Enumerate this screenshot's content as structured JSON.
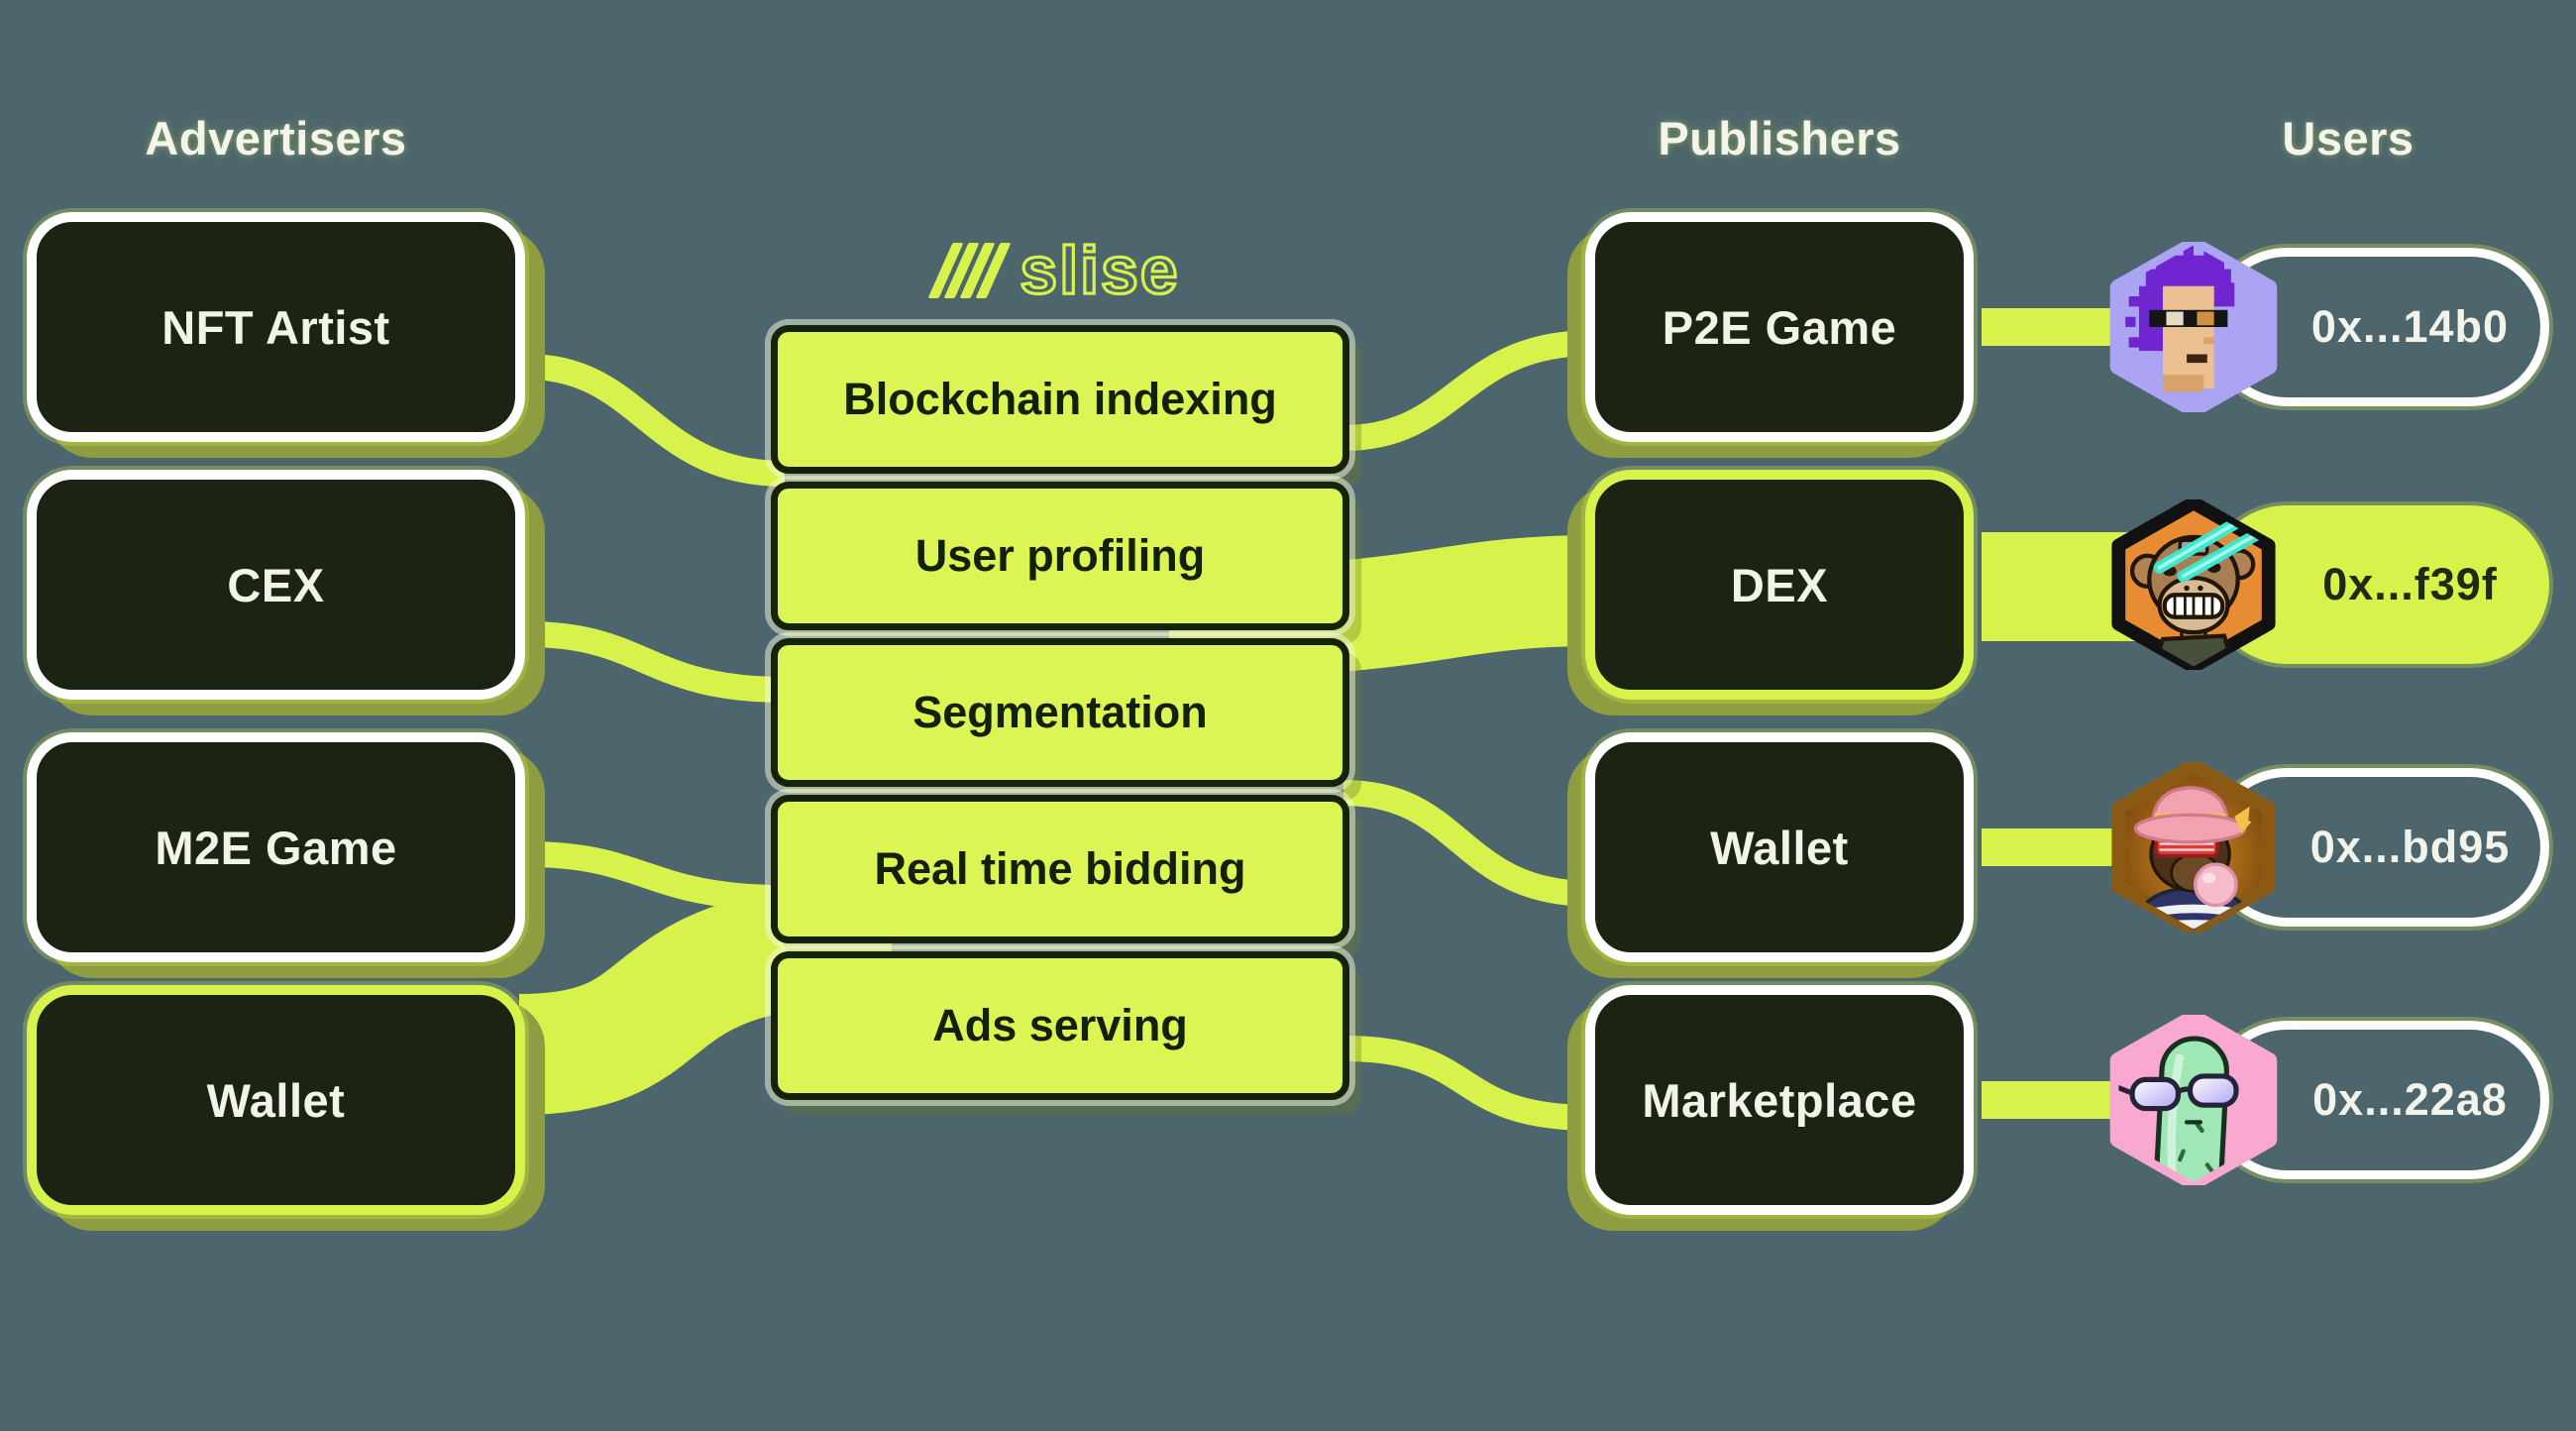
{
  "colors": {
    "bg": "#4d656c",
    "lime": "#d7f24a",
    "lime-box": "#dcf454",
    "dark-box": "#1b2413",
    "olive": "#8d9d3f",
    "white": "#ffffff",
    "dark-text": "#13200b"
  },
  "logo": {
    "name": "slise",
    "mark_icon": "four-slashes"
  },
  "advertisers": {
    "heading": "Advertisers",
    "items": [
      {
        "label": "NFT Artist",
        "highlighted": false
      },
      {
        "label": "CEX",
        "highlighted": false
      },
      {
        "label": "M2E Game",
        "highlighted": false
      },
      {
        "label": "Wallet",
        "highlighted": true
      }
    ]
  },
  "platform": {
    "features": [
      "Blockchain indexing",
      "User profiling",
      "Segmentation",
      "Real time bidding",
      "Ads serving"
    ]
  },
  "publishers": {
    "heading": "Publishers",
    "items": [
      {
        "label": "P2E Game",
        "highlighted": false
      },
      {
        "label": "DEX",
        "highlighted": true
      },
      {
        "label": "Wallet",
        "highlighted": false
      },
      {
        "label": "Marketplace",
        "highlighted": false
      }
    ]
  },
  "users": {
    "heading": "Users",
    "items": [
      {
        "address": "0x...14b0",
        "avatar": "pixel-punk-avatar",
        "highlighted": false
      },
      {
        "address": "0x...f39f",
        "avatar": "laser-ape-avatar",
        "highlighted": true
      },
      {
        "address": "0x...bd95",
        "avatar": "hat-ape-avatar",
        "highlighted": false
      },
      {
        "address": "0x...22a8",
        "avatar": "pickle-avatar",
        "highlighted": false
      }
    ]
  }
}
